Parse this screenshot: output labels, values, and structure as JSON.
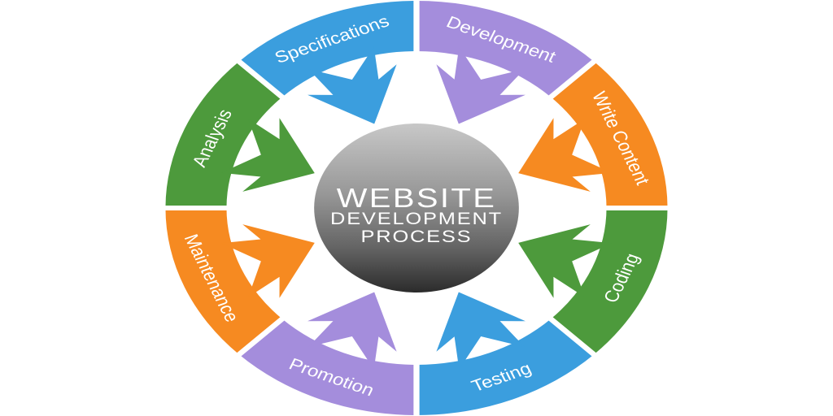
{
  "diagram_title": "Website Development Process",
  "hub": {
    "line1": "WEBSITE",
    "line2": "DEVELOPMENT",
    "line3": "PROCESS"
  },
  "segments": [
    {
      "label": "Specifications",
      "color": "#3B9EDE"
    },
    {
      "label": "Development",
      "color": "#A48DDC"
    },
    {
      "label": "Write Content",
      "color": "#F68A21"
    },
    {
      "label": "Coding",
      "color": "#4D9A3C"
    },
    {
      "label": "Testing",
      "color": "#3B9EDE"
    },
    {
      "label": "Promotion",
      "color": "#A48DDC"
    },
    {
      "label": "Maintenance",
      "color": "#F68A21"
    },
    {
      "label": "Analysis",
      "color": "#4D9A3C"
    }
  ],
  "colors": {
    "background": "#ffffff",
    "divider_gap": "#ffffff",
    "label_text": "#ffffff",
    "hub_text": "#ffffff",
    "hub_gradient_top": "#c8c8c8",
    "hub_gradient_upper_mid": "#979797",
    "hub_gradient_lower_mid": "#636363",
    "hub_gradient_bottom": "#2b2b2b"
  }
}
